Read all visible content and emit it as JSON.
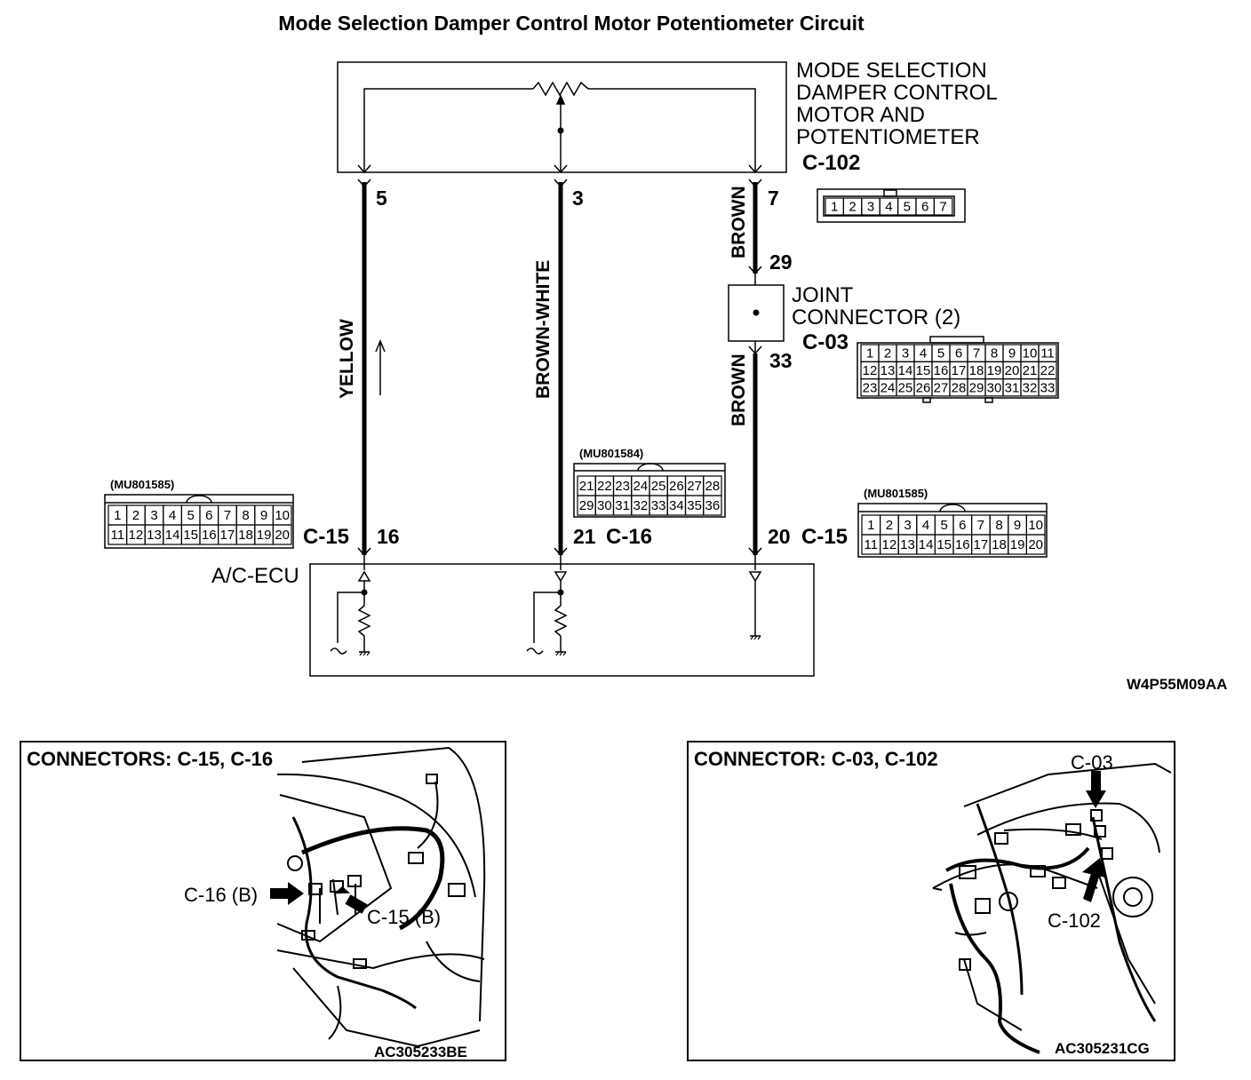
{
  "title": "Mode Selection Damper Control Motor Potentiometer Circuit",
  "motor": {
    "label_lines": [
      "MODE SELECTION",
      "DAMPER CONTROL",
      "MOTOR AND",
      "POTENTIOMETER"
    ],
    "connector": "C-102",
    "pins": [
      "5",
      "3",
      "7"
    ],
    "grid": [
      [
        "1",
        "2",
        "3",
        "4",
        "5",
        "6",
        "7"
      ]
    ]
  },
  "joint": {
    "label_lines": [
      "JOINT",
      "CONNECTOR (2)"
    ],
    "connector": "C-03",
    "pin_in": "29",
    "pin_out": "33",
    "grid": [
      [
        "1",
        "2",
        "3",
        "4",
        "5",
        "6",
        "7",
        "8",
        "9",
        "10",
        "11"
      ],
      [
        "12",
        "13",
        "14",
        "15",
        "16",
        "17",
        "18",
        "19",
        "20",
        "21",
        "22"
      ],
      [
        "23",
        "24",
        "25",
        "26",
        "27",
        "28",
        "29",
        "30",
        "31",
        "32",
        "33"
      ]
    ]
  },
  "wires": {
    "yellow": "YELLOW",
    "brown_white": "BROWN-WHITE",
    "brown_upper": "BROWN",
    "brown_lower": "BROWN"
  },
  "ecu": {
    "label": "A/C-ECU",
    "pin_left": "16",
    "pin_mid": "21",
    "pin_right": "20",
    "conn_left": "C-15",
    "conn_mid": "C-16",
    "conn_right": "C-15"
  },
  "connector_left": {
    "part": "(MU801585)",
    "grid": [
      [
        "1",
        "2",
        "3",
        "4",
        "5",
        "6",
        "7",
        "8",
        "9",
        "10"
      ],
      [
        "11",
        "12",
        "13",
        "14",
        "15",
        "16",
        "17",
        "18",
        "19",
        "20"
      ]
    ]
  },
  "connector_mid": {
    "part": "(MU801584)",
    "grid": [
      [
        "21",
        "22",
        "23",
        "24",
        "25",
        "26",
        "27",
        "28"
      ],
      [
        "29",
        "30",
        "31",
        "32",
        "33",
        "34",
        "35",
        "36"
      ]
    ]
  },
  "connector_right": {
    "part": "(MU801585)",
    "grid": [
      [
        "1",
        "2",
        "3",
        "4",
        "5",
        "6",
        "7",
        "8",
        "9",
        "10"
      ],
      [
        "11",
        "12",
        "13",
        "14",
        "15",
        "16",
        "17",
        "18",
        "19",
        "20"
      ]
    ]
  },
  "diagram_code": "W4P55M09AA",
  "panel_left": {
    "title": "CONNECTORS: C-15, C-16",
    "callout_a": "C-16 (B)",
    "callout_b": "C-15 (B)",
    "code": "AC305233BE"
  },
  "panel_right": {
    "title": "CONNECTOR: C-03, C-102",
    "callout_a": "C-03",
    "callout_b": "C-102",
    "code": "AC305231CG"
  }
}
